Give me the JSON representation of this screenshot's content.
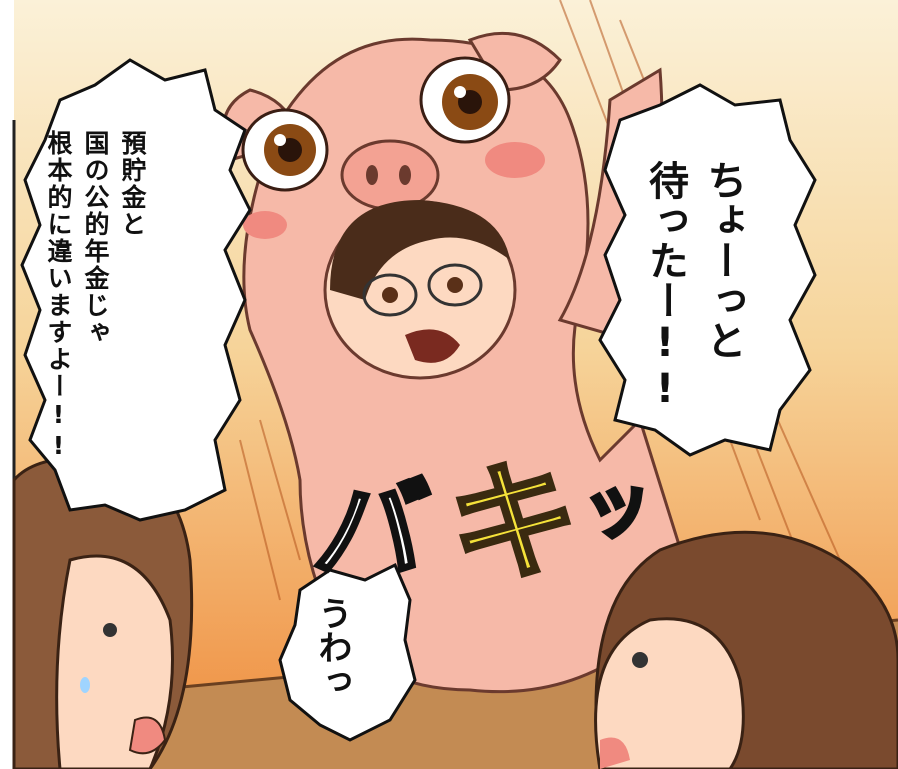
{
  "speech_left": "預貯金と\n国の公的年金じゃ\n根本的に違いますよー!!",
  "speech_right": "ちょーっと\n待ったー!!",
  "speech_bottom": "うわっ",
  "sfx": {
    "ba": "バ",
    "ki": "キ",
    "xtsu": "ッ"
  },
  "colors": {
    "pig_costume": "#f6b9a8",
    "background_top": "#f7e2b0",
    "background_bottom": "#f08a3c",
    "sfx_yellow": "#f5e23a"
  }
}
